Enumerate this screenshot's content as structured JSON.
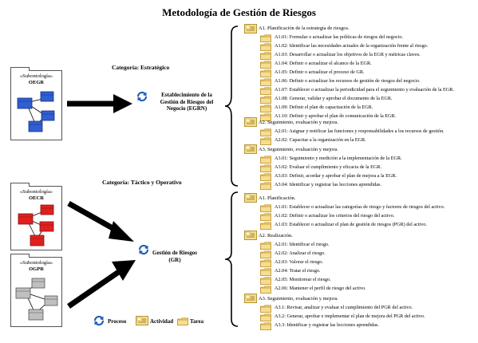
{
  "title": "Metodología de Gestión de Riesgos",
  "categories": {
    "strategic": "Categoría: Estratégico",
    "tactical": "Categoría: Táctico y Operativo"
  },
  "packages": {
    "oegr": {
      "stereo": "«Subontología»",
      "name": "OEGR"
    },
    "oecr": {
      "stereo": "«Subontología»",
      "name": "OECR"
    },
    "ogpr": {
      "stereo": "«Subontología»",
      "name": "OGPR"
    }
  },
  "processes": {
    "egrn": {
      "line1": "Establecimiento de la",
      "line2": "Gestión de Riesgos del",
      "line3": "Negocio (EGRN)"
    },
    "gr": {
      "line1": "Gestión de Riesgos",
      "line2": "(GR)"
    }
  },
  "colors": {
    "blue": "#2f5fd0",
    "red": "#e02020",
    "gray": "#bfbfbf",
    "folder": "#f2d27a"
  },
  "egrn_sections": [
    {
      "header": "A1. Planificación de la estrategia de riesgos.",
      "tasks": [
        "A1.01: Formular o actualizar las políticas de riesgos del negocio.",
        "A1.02: Identificar las necesidades actuales de la organización frente al riesgo.",
        "A1.03: Desarrollar o actualizar los objetivos de la EGR y métricas claves.",
        "A1.04: Definir o actualizar el alcance de la EGR.",
        "A1.05: Definir o actualizar el proceso de GR.",
        "A1.06: Definir o actualizar los recursos de gestión de riesgos del negocio.",
        "A1.07: Establecer o actualizar la periodicidad para el seguimiento y evaluación de la EGR.",
        "A1.08: Generar, validar y aprobar el documento de la EGR.",
        "A1.09: Definir el plan de capacitación de la EGR.",
        "A1.10: Definir y aprobar el plan de comunicación de la EGR."
      ]
    },
    {
      "header": "A2. Seguimiento, evaluación y mejora.",
      "tasks": [
        "A2.01: Asignar y notificar las funciones y responsabilidades a los recursos de gestión.",
        "A2.02: Capacitar a la organización en la EGR."
      ]
    },
    {
      "header": "A3. Seguimiento, evaluación y mejora.",
      "tasks": [
        "A3.01: Seguimiento y medición a la implementación de la EGR.",
        "A3.02: Evaluar el cumplimiento y eficacia de la EGR.",
        "A3.03: Definir, acordar y aprobar el plan de mejora a la EGR.",
        "A3.04: Identificar y registrar las lecciones aprendidas."
      ]
    }
  ],
  "gr_sections": [
    {
      "header": "A1. Planificación.",
      "tasks": [
        "A1.01: Establecer o actualizar las categorías de riesgo y factores de riesgos del activo.",
        "A1.02: Definir o actualizar los criterios del riesgo del activo.",
        "A1.03: Establecer o actualizar el plan de gestión de riesgos (PGR) del activo."
      ]
    },
    {
      "header": "A2. Realización.",
      "tasks": [
        "A2.01: Identificar el riesgo.",
        "A2.02: Analizar el riesgo.",
        "A2.03: Valorar el riesgo.",
        "A2.04: Tratar el riesgo.",
        "A2.05: Monitorear el riesgo.",
        "A2.06: Mantener el perfil de riesgo del activo."
      ]
    },
    {
      "header": "A3. Seguimiento, evaluación y mejora.",
      "tasks": [
        "A3.1: Revisar, analizar y evaluar el cumplimiento del PGR del activo.",
        "A3.2: Generar, aprobar e implementar el plan de mejora del PGR del activo.",
        "A3.3: Identificar y registrar las lecciones aprendidas."
      ]
    }
  ],
  "legend": {
    "process": "Proceso",
    "activity": "Actividad",
    "task": "Tarea"
  }
}
